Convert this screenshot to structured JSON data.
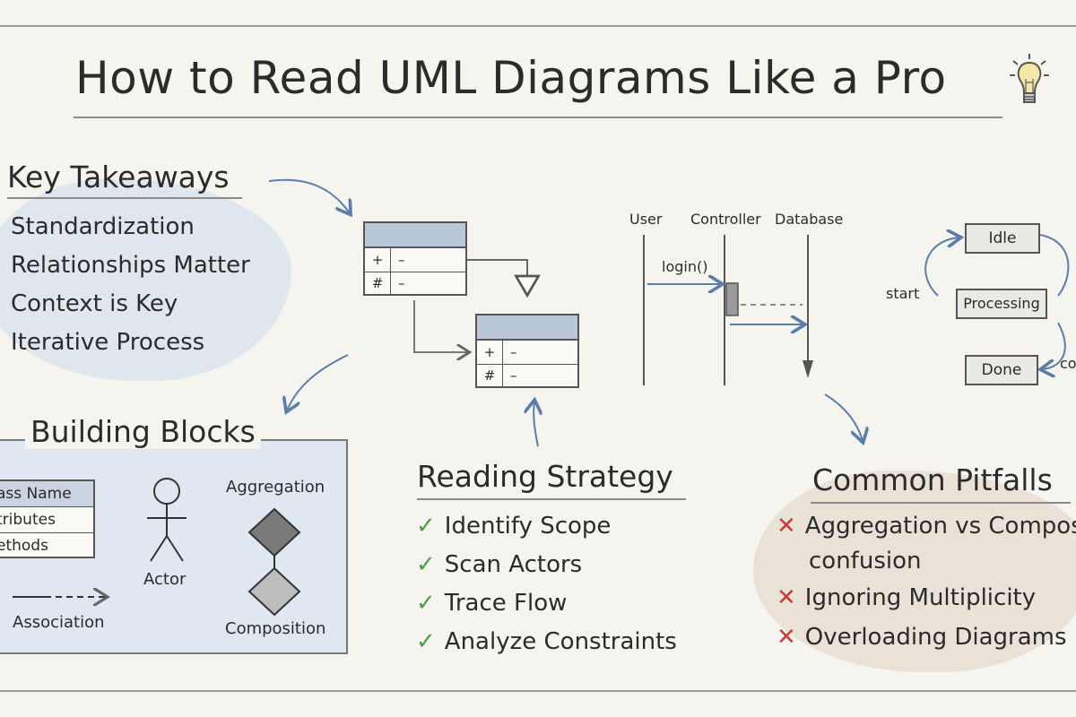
{
  "title": "How to Read UML Diagrams Like a Pro",
  "icons": {
    "idea": "lightbulb-icon"
  },
  "colors": {
    "check": "#4b9e4b",
    "cross": "#cc3b3b",
    "arrow": "#5b7ea8",
    "header_fill": "#b9c7d8"
  },
  "key_takeaways": {
    "heading": "Key Takeaways",
    "items": [
      "Standardization",
      "Relationships Matter",
      "Context is Key",
      "Iterative Process"
    ]
  },
  "class_diagram": {
    "rows_top": [
      [
        "+",
        "–"
      ],
      [
        "#",
        "–"
      ]
    ],
    "rows_bottom": [
      [
        "+",
        "–"
      ],
      [
        "#",
        "–"
      ]
    ]
  },
  "sequence_diagram": {
    "lifelines": [
      "User",
      "Controller",
      "Database"
    ],
    "message": "login()"
  },
  "state_diagram": {
    "states": [
      "Idle",
      "Processing",
      "Done"
    ],
    "labels": [
      "start",
      "co"
    ]
  },
  "building_blocks": {
    "heading": "Building Blocks",
    "class_box": [
      "ass Name",
      "tributes",
      "ethods"
    ],
    "actor": "Actor",
    "association": "Association",
    "aggregation": "Aggregation",
    "composition": "Composition"
  },
  "reading_strategy": {
    "heading": "Reading Strategy",
    "check_symbol": "✓",
    "items": [
      "Identify Scope",
      "Scan Actors",
      "Trace Flow",
      "Analyze Constraints"
    ]
  },
  "common_pitfalls": {
    "heading": "Common Pitfalls",
    "cross_symbol": "✕",
    "items": [
      "Aggregation vs Compos",
      "confusion",
      "Ignoring Multiplicity",
      "Overloading Diagrams"
    ]
  }
}
